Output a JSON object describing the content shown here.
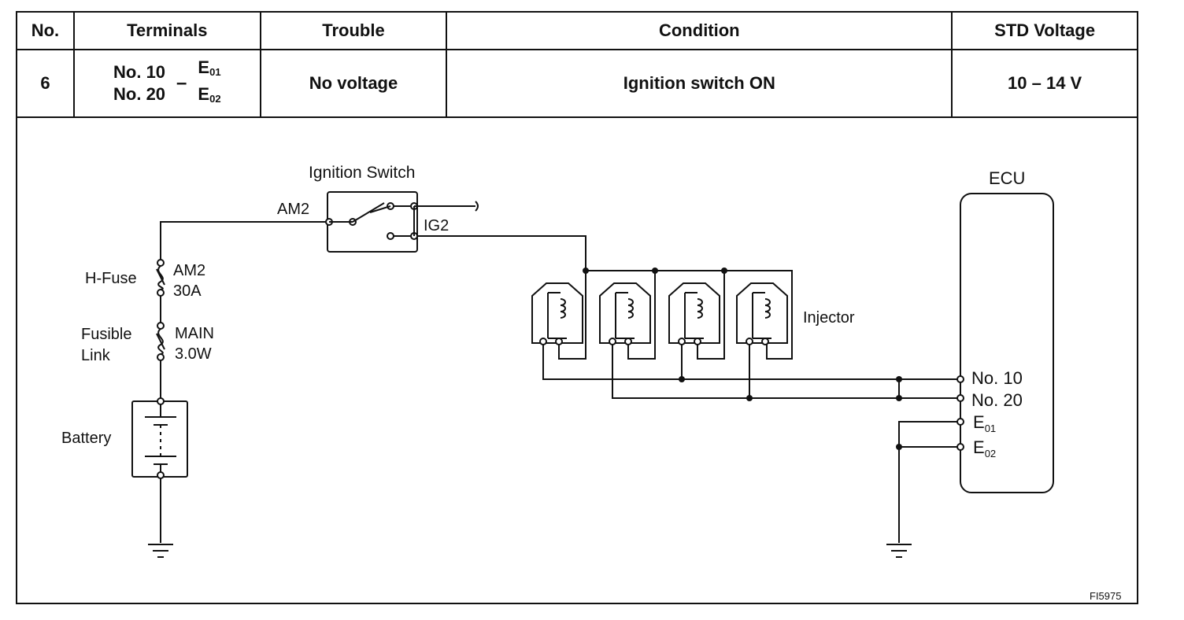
{
  "table": {
    "headers": {
      "no": "No.",
      "terminals": "Terminals",
      "trouble": "Trouble",
      "condition": "Condition",
      "std_voltage": "STD Voltage"
    },
    "row": {
      "no": "6",
      "terminal_a1": "No. 10",
      "terminal_a2": "No. 20",
      "terminal_sep": "–",
      "terminal_b1_base": "E",
      "terminal_b1_sub": "01",
      "terminal_b2_base": "E",
      "terminal_b2_sub": "02",
      "trouble": "No voltage",
      "condition": "Ignition switch ON",
      "std_voltage": "10 – 14 V"
    }
  },
  "diagram": {
    "ignition_switch_label": "Ignition Switch",
    "am2_terminal": "AM2",
    "ig2_terminal": "IG2",
    "h_fuse_label": "H-Fuse",
    "h_fuse_name": "AM2",
    "h_fuse_rating": "30A",
    "fusible_link_label_1": "Fusible",
    "fusible_link_label_2": "Link",
    "fusible_link_name": "MAIN",
    "fusible_link_rating": "3.0W",
    "battery_label": "Battery",
    "injector_label": "Injector",
    "ecu_label": "ECU",
    "ecu_pin_1": "No. 10",
    "ecu_pin_2": "No. 20",
    "ecu_pin_3_base": "E",
    "ecu_pin_3_sub": "01",
    "ecu_pin_4_base": "E",
    "ecu_pin_4_sub": "02",
    "figure_code": "FI5975"
  }
}
